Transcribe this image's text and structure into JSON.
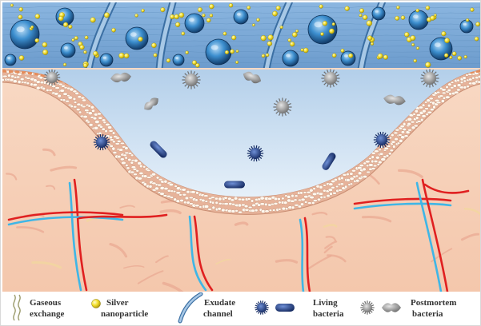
{
  "colors": {
    "dressing": "#7fa9d6",
    "dressing_fiber": "#5f8fbe",
    "wound_fluid": "#cde0f2",
    "tissue": "#f6cfb5",
    "tissue_streak": "#e9a993",
    "tissue_yellow": "#f1d79d",
    "skin_cell": "#fff8ef",
    "skin_cell_edge": "#c89a80",
    "vessel_red": "#e02020",
    "vessel_blue": "#3fb6e6",
    "silver": "#ffef2a",
    "living_bacteria": "#1e3f8c",
    "dead_bacteria": "#8f8f8f"
  },
  "legend": {
    "items": [
      {
        "id": "gaseous",
        "icon": "gaseous-exchange-icon",
        "line1": "Gaseous",
        "line2": "exchange"
      },
      {
        "id": "silver",
        "icon": "silver-nanoparticle-icon",
        "line1": "Silver",
        "line2": "nanoparticle"
      },
      {
        "id": "exudate",
        "icon": "exudate-channel-icon",
        "line1": "Exudate",
        "line2": "channel"
      },
      {
        "id": "living",
        "icon": "living-bacteria-icon",
        "line1": "Living",
        "line2": "bacteria"
      },
      {
        "id": "postmortem",
        "icon": "postmortem-bacteria-icon",
        "line1": "Postmortem",
        "line2": "bacteria"
      }
    ]
  }
}
